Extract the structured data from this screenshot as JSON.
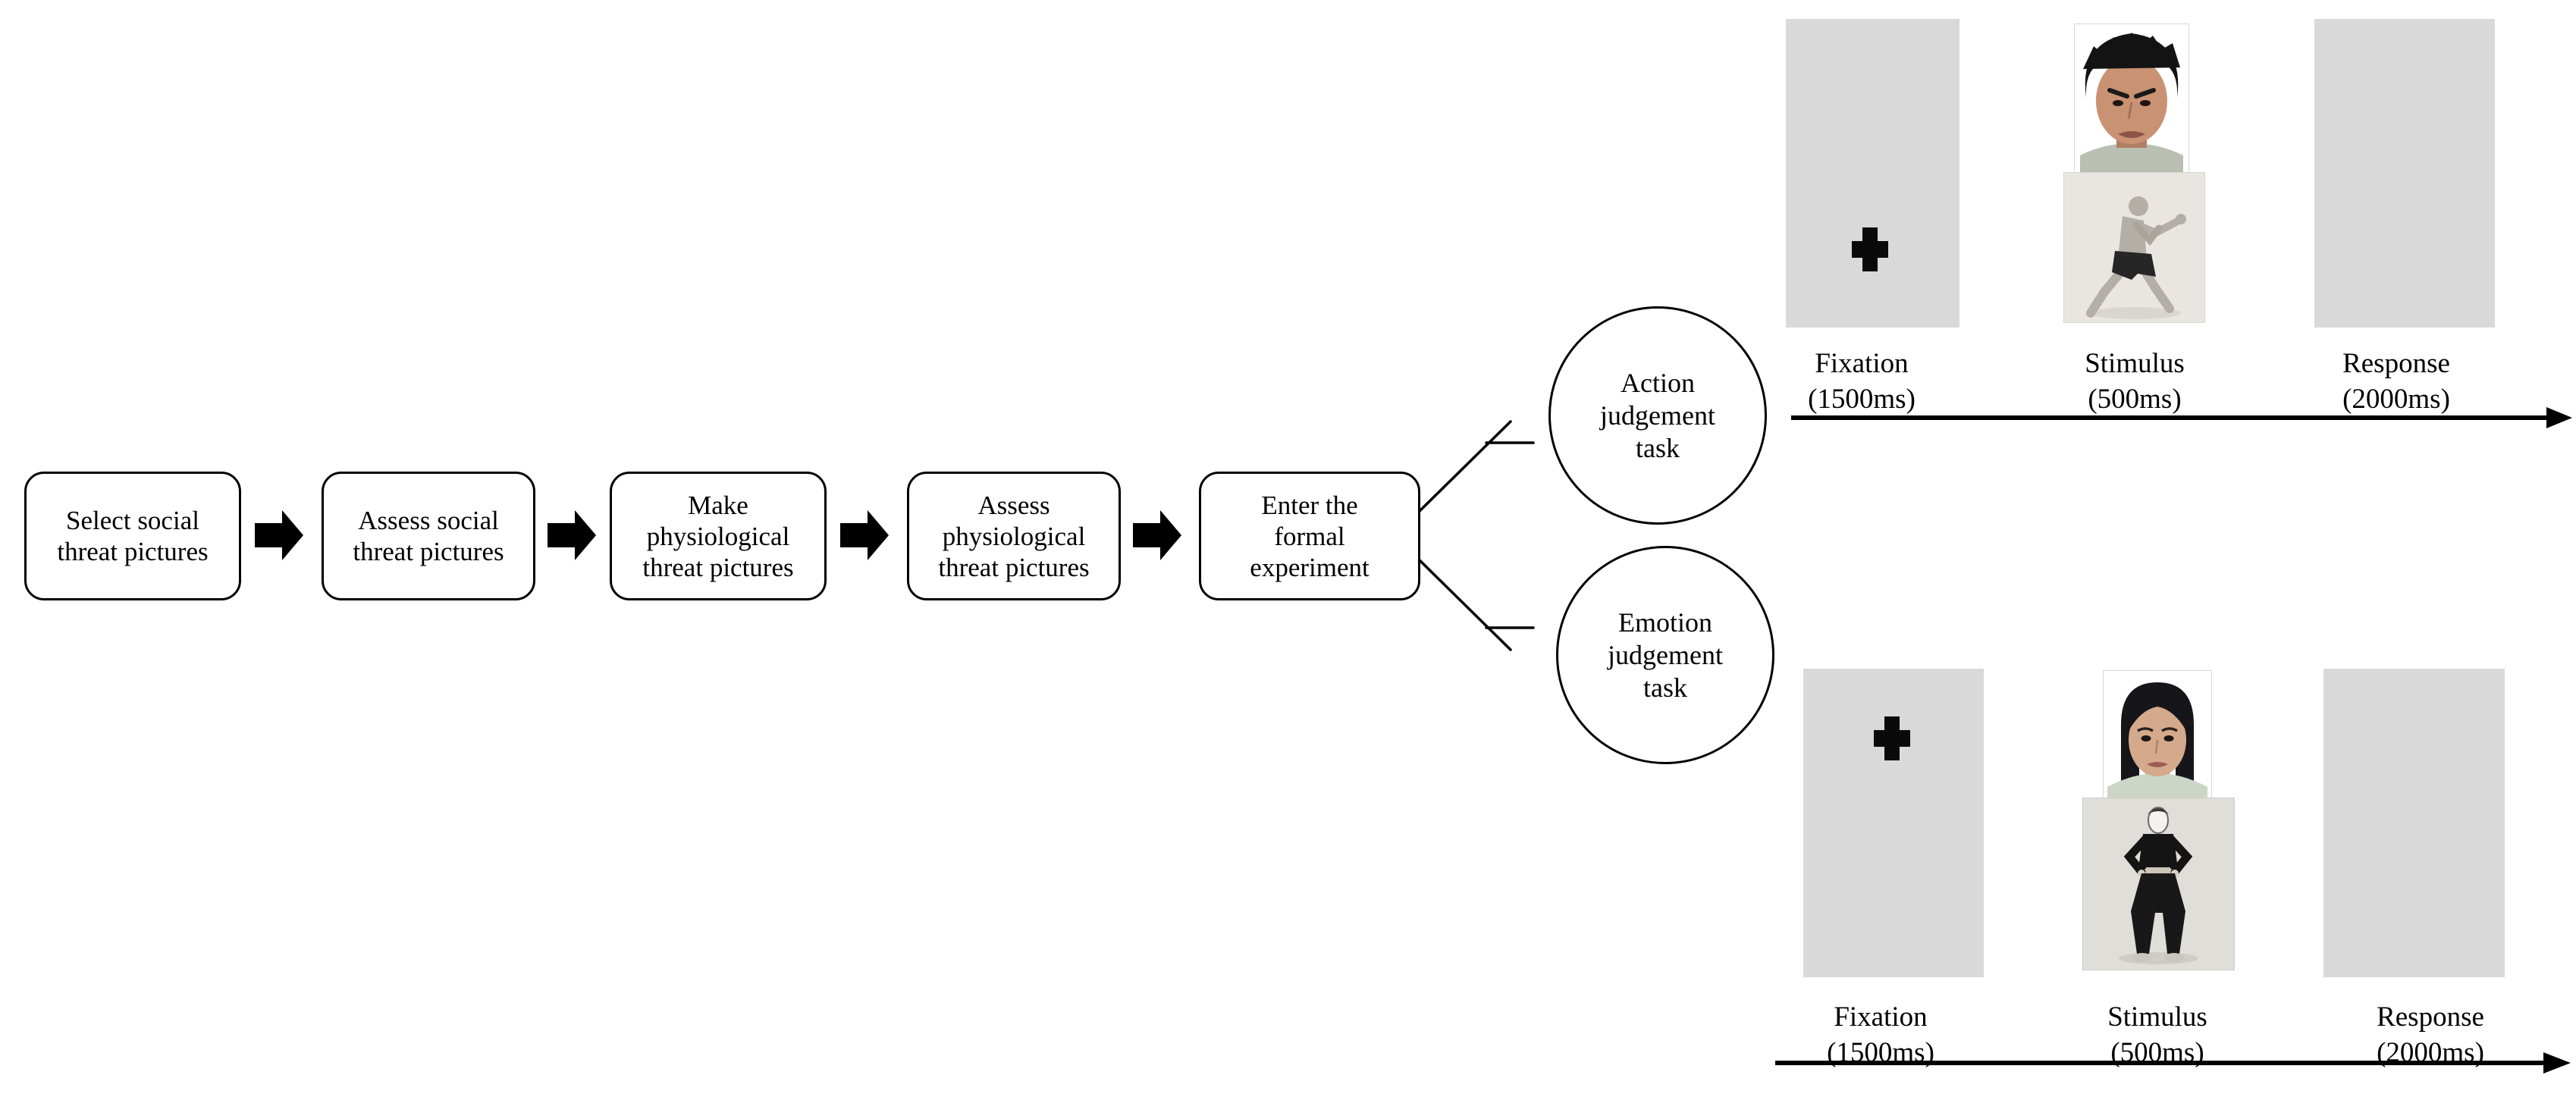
{
  "figure": {
    "kind": "experimental procedure diagram",
    "background": "#ffffff"
  },
  "colors": {
    "panel_gray": "#d9d9d9",
    "ink": "#000000",
    "arrow_black": "#000000"
  },
  "flowchart_steps": [
    {
      "label": "Select social\nthreat pictures"
    },
    {
      "label": "Assess social\nthreat pictures"
    },
    {
      "label": "Make\nphysiological\nthreat pictures"
    },
    {
      "label": "Assess\nphysiological\nthreat pictures"
    },
    {
      "label": "Enter the\nformal\nexperiment"
    }
  ],
  "branch_tasks": [
    {
      "label": "Action\njudgement\ntask"
    },
    {
      "label": "Emotion\njudgement\ntask"
    }
  ],
  "icons": {
    "fixation_cross": "bold-plus-cross",
    "flow_arrow": "solid-right-block-arrow",
    "timeline_arrow": "thin-right-arrow"
  },
  "timelines": [
    {
      "task": "Action judgement task",
      "stages": [
        {
          "name": "Fixation",
          "duration": "(1500ms)"
        },
        {
          "name": "Stimulus",
          "duration": "(500ms)"
        },
        {
          "name": "Response",
          "duration": "(2000ms)"
        }
      ],
      "stimulus_face": "angry male face photo",
      "stimulus_body": "man in boxing punch posture photo"
    },
    {
      "task": "Emotion judgement task",
      "stages": [
        {
          "name": "Fixation",
          "duration": "(1500ms)"
        },
        {
          "name": "Stimulus",
          "duration": "(500ms)"
        },
        {
          "name": "Response",
          "duration": "(2000ms)"
        }
      ],
      "stimulus_face": "neutral female face photo",
      "stimulus_body": "person in wide stance posture photo with blurred face"
    }
  ]
}
